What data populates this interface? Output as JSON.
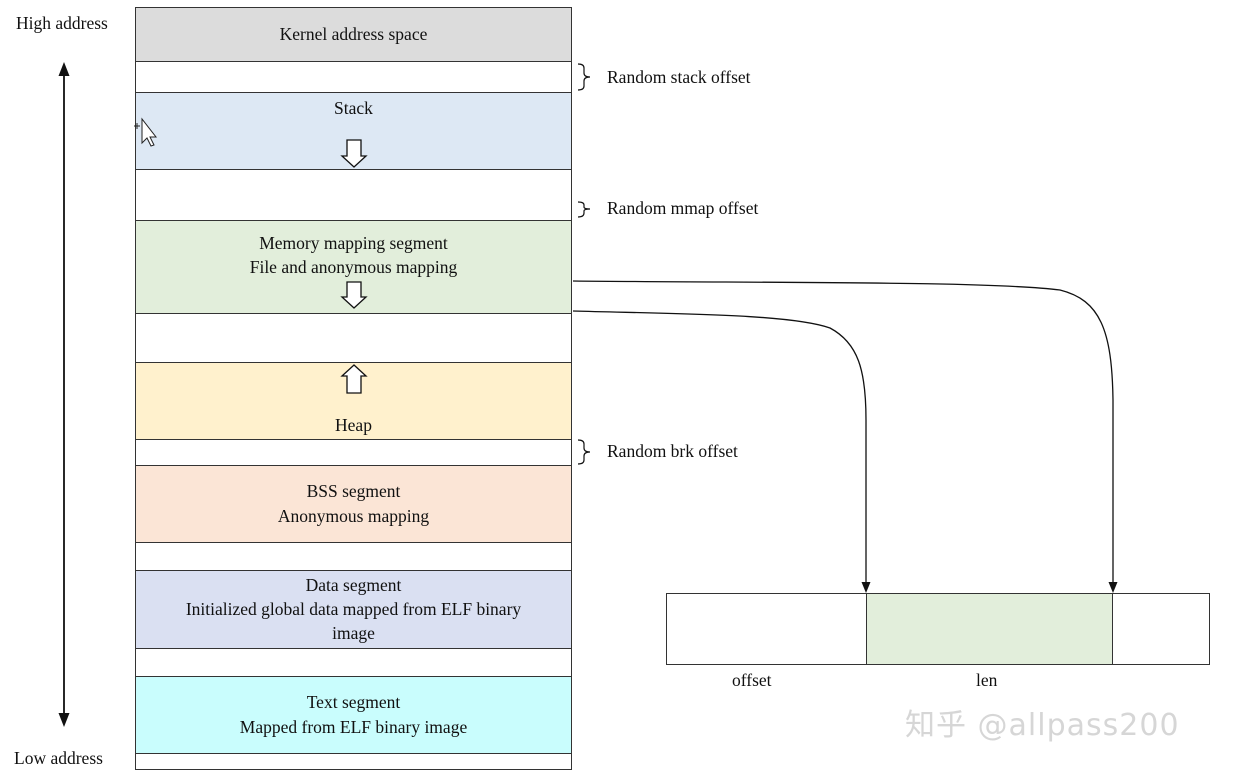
{
  "left_axis": {
    "high": "High address",
    "low": "Low address"
  },
  "segments": {
    "kernel": "Kernel address space",
    "stack": "Stack",
    "mmap_title": "Memory mapping segment",
    "mmap_sub": "File and anonymous mapping",
    "heap": "Heap",
    "bss_title": "BSS segment",
    "bss_sub": "Anonymous mapping",
    "data_title": "Data segment",
    "data_sub1": "Initialized global data mapped from ELF binary",
    "data_sub2": "image",
    "text_title": "Text segment",
    "text_sub": "Mapped from ELF binary image"
  },
  "offsets": {
    "stack": "Random stack offset",
    "mmap": "Random mmap offset",
    "brk": "Random brk offset"
  },
  "file_box": {
    "offset": "offset",
    "len": "len"
  },
  "watermark": "知乎 @allpass200",
  "colors": {
    "kernel": "#dcdcdc",
    "stack": "#dde8f4",
    "mmap": "#e2eedb",
    "heap": "#fff1cd",
    "bss": "#fbe5d6",
    "data": "#dae0f2",
    "text": "#c9fdfd",
    "len": "#e2eedb"
  }
}
